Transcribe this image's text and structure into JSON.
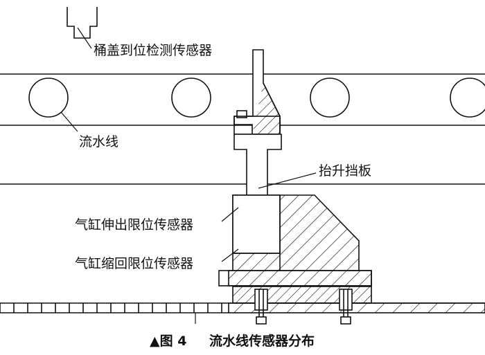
{
  "labels": {
    "cap_sensor": "桶盖到位检测传感器",
    "conveyor": "流水线",
    "lift_baffle": "抬升挡板",
    "cyl_extend_sensor": "气缸伸出限位传感器",
    "cyl_retract_sensor": "气缸缩回限位传感器"
  },
  "caption": {
    "prefix": "▲图 4",
    "title": "流水线传感器分布"
  }
}
